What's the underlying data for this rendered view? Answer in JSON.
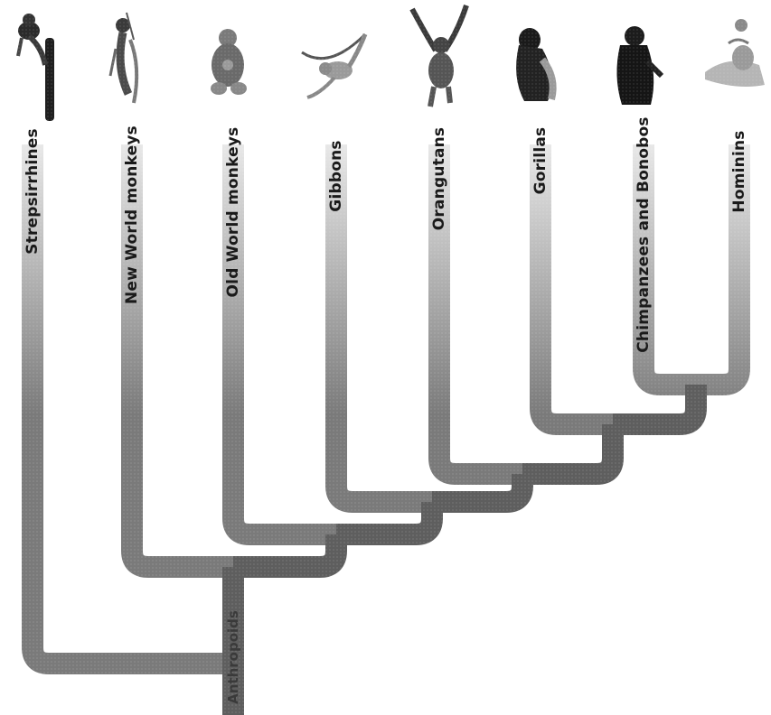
{
  "taxa": [
    {
      "id": "strepsirrhines",
      "label": "Strepsirrhines",
      "icon": "lemur-icon"
    },
    {
      "id": "new-world-monkeys",
      "label": "New World monkeys",
      "icon": "new-world-monkey-icon"
    },
    {
      "id": "old-world-monkeys",
      "label": "Old World monkeys",
      "icon": "old-world-monkey-icon"
    },
    {
      "id": "gibbons",
      "label": "Gibbons",
      "icon": "gibbon-icon"
    },
    {
      "id": "orangutans",
      "label": "Orangutans",
      "icon": "orangutan-icon"
    },
    {
      "id": "gorillas",
      "label": "Gorillas",
      "icon": "gorilla-icon"
    },
    {
      "id": "chimpanzees-and-bonobos",
      "label": "Chimpanzees and Bonobos",
      "icon": "chimpanzee-icon"
    },
    {
      "id": "hominins",
      "label": "Hominins",
      "icon": "hominin-icon"
    }
  ],
  "root_label": "Anthropoids",
  "colors": {
    "branch_dark": "#5e5e5e",
    "branch_light": "#c8c8c8",
    "label_text": "#1a1a1a"
  }
}
